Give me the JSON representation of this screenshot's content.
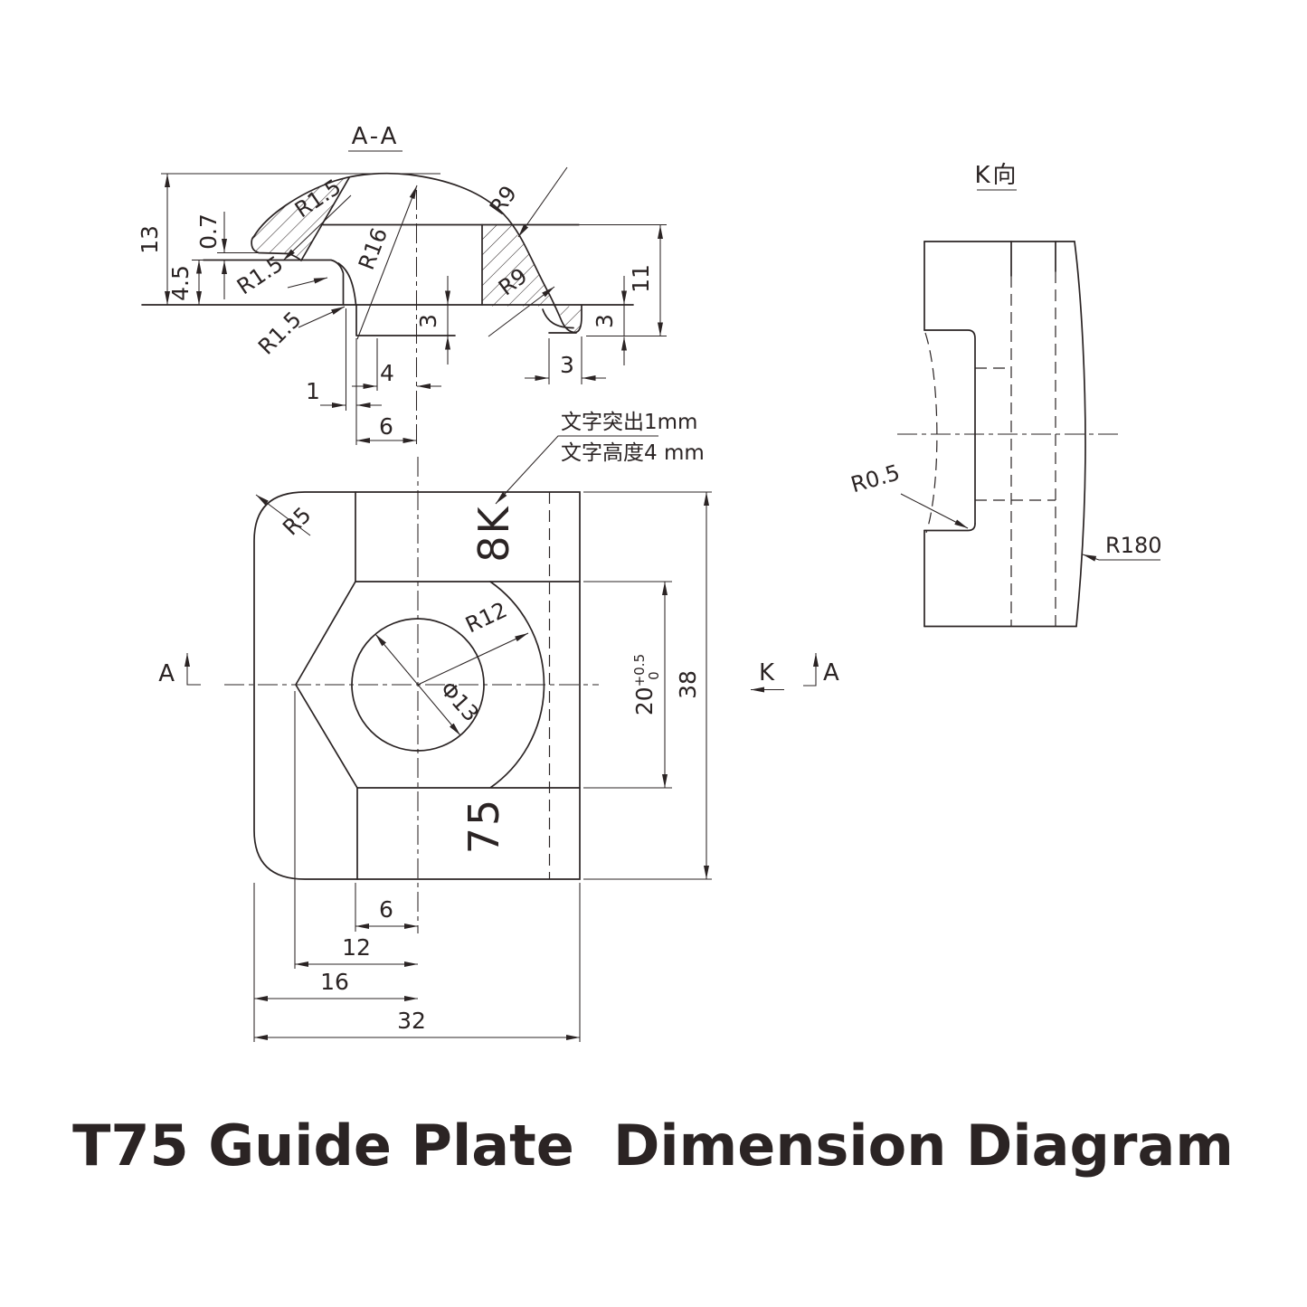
{
  "title": "T75 Guide Plate  Dimension Diagram",
  "section_aa": {
    "label": "A-A",
    "dim_13": "13",
    "dim_07": "0.7",
    "dim_45": "4.5",
    "r15_tip": "R1.5",
    "r15_mid": "R1.5",
    "r15_base": "R1.5",
    "r16": "R16",
    "r9_top": "R9",
    "r9_inner": "R9",
    "dim_3_groove": "3",
    "dim_4": "4",
    "dim_1": "1",
    "dim_6": "6",
    "dim_3_toe_width": "3",
    "dim_3_toe_depth": "3",
    "dim_11": "11"
  },
  "k_view": {
    "label": "K向",
    "r05": "R0.5",
    "r180": "R180"
  },
  "plan": {
    "r5": "R5",
    "r12": "R12",
    "dia13": "Φ13",
    "marking_top": "8K",
    "marking_bottom": "75",
    "dim_20": "20",
    "tol_plus": "+0.5",
    "tol_zero": "0",
    "dim_38": "38",
    "dim_6": "6",
    "dim_12": "12",
    "dim_16": "16",
    "dim_32": "32"
  },
  "markers": {
    "a_left": "A",
    "k": "K",
    "a_right": "A"
  },
  "note": {
    "line1": "文字突出1mm",
    "line2": "文字高度4 mm"
  }
}
